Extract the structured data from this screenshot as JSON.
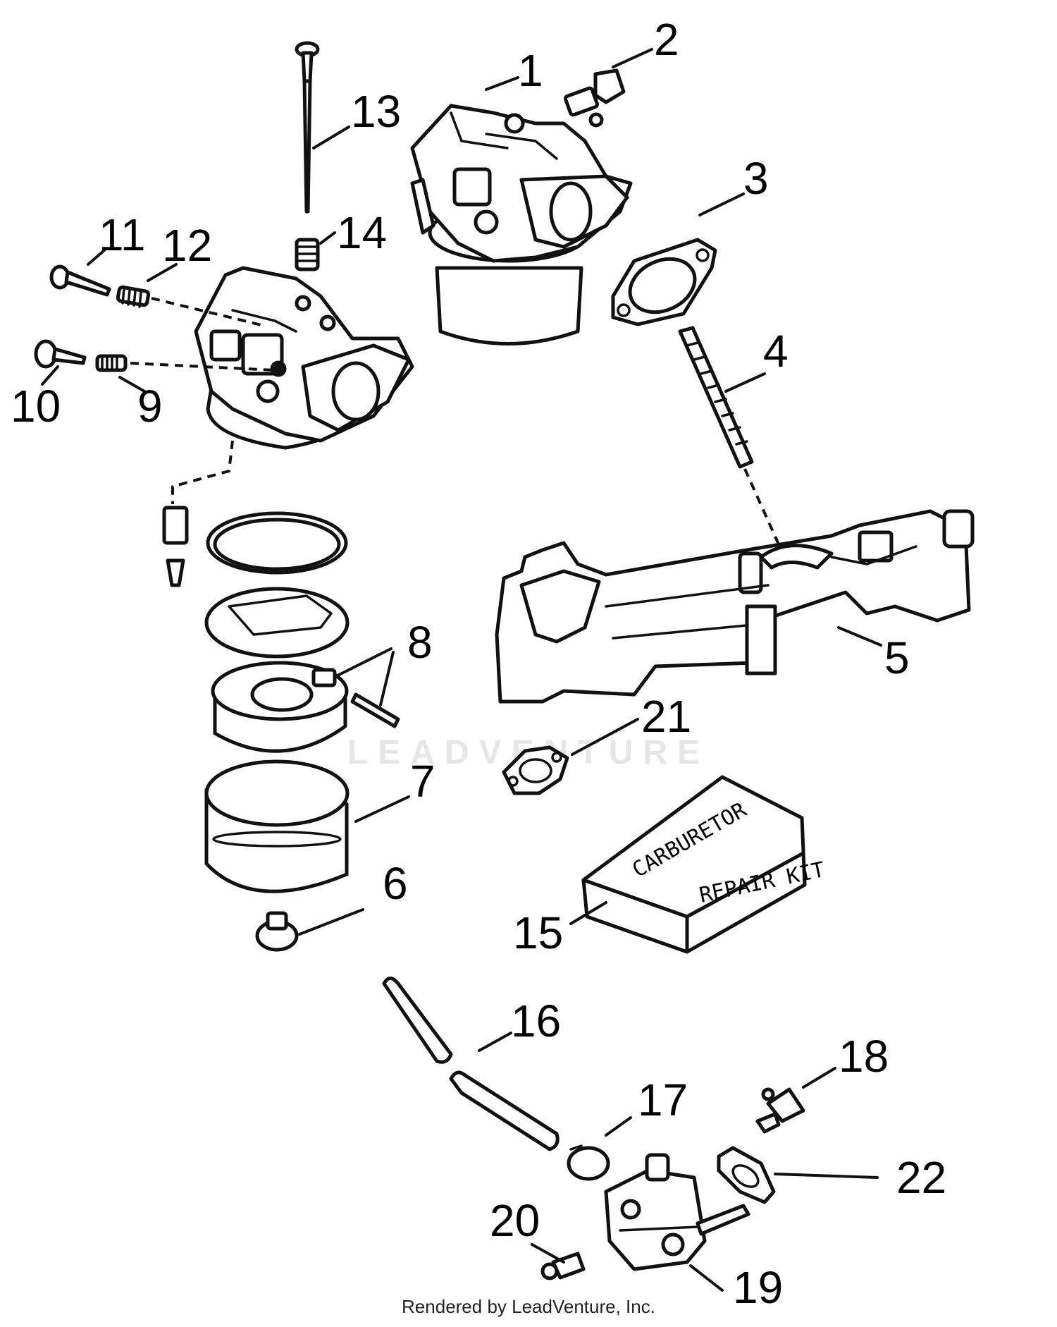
{
  "callouts": [
    "1",
    "2",
    "3",
    "4",
    "5",
    "6",
    "7",
    "8",
    "9",
    "10",
    "11",
    "12",
    "13",
    "14",
    "15",
    "16",
    "17",
    "18",
    "19",
    "20",
    "21",
    "22"
  ],
  "box_label": {
    "line1": "CARBURETOR",
    "line2": "REPAIR KIT"
  },
  "watermark": "LEADVENTURE",
  "footer": "Rendered by LeadVenture, Inc."
}
